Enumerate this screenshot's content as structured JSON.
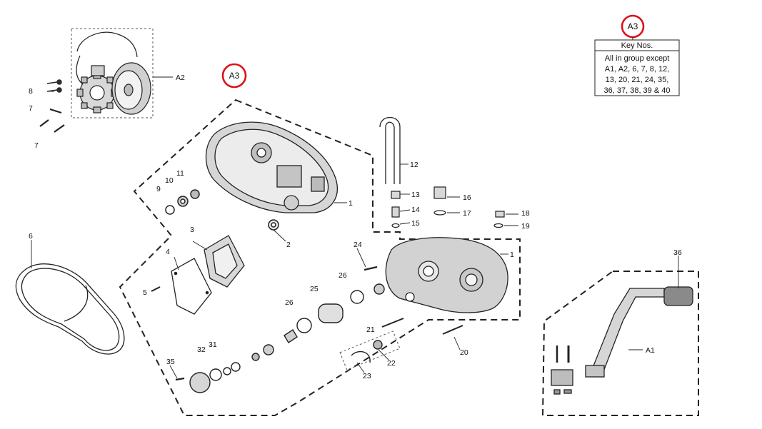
{
  "key_box": {
    "callout": "A3",
    "header": "Key Nos.",
    "lines": [
      "All in group except",
      "A1, A2, 6, 7, 8, 12,",
      "13, 20, 21, 24, 35,",
      "36, 37, 38, 39 & 40"
    ]
  },
  "group_callout": "A3",
  "groups": {
    "a1": "A1",
    "a2": "A2"
  },
  "parts": {
    "p1a": "1",
    "p1b": "1",
    "p2": "2",
    "p3": "3",
    "p4": "4",
    "p5": "5",
    "p6": "6",
    "p7a": "7",
    "p7b": "7",
    "p8": "8",
    "p9": "9",
    "p10": "10",
    "p11": "11",
    "p12": "12",
    "p13": "13",
    "p14": "14",
    "p15": "15",
    "p16": "16",
    "p17": "17",
    "p18": "18",
    "p19": "19",
    "p20": "20",
    "p21": "21",
    "p22": "22",
    "p23": "23",
    "p24": "24",
    "p25": "25",
    "p26a": "26",
    "p26b": "26",
    "p31": "31",
    "p32": "32",
    "p35": "35",
    "p36": "36"
  },
  "colors": {
    "callout_ring": "#d9141c",
    "line": "#222222",
    "part_fill": "#cfcfcf"
  }
}
